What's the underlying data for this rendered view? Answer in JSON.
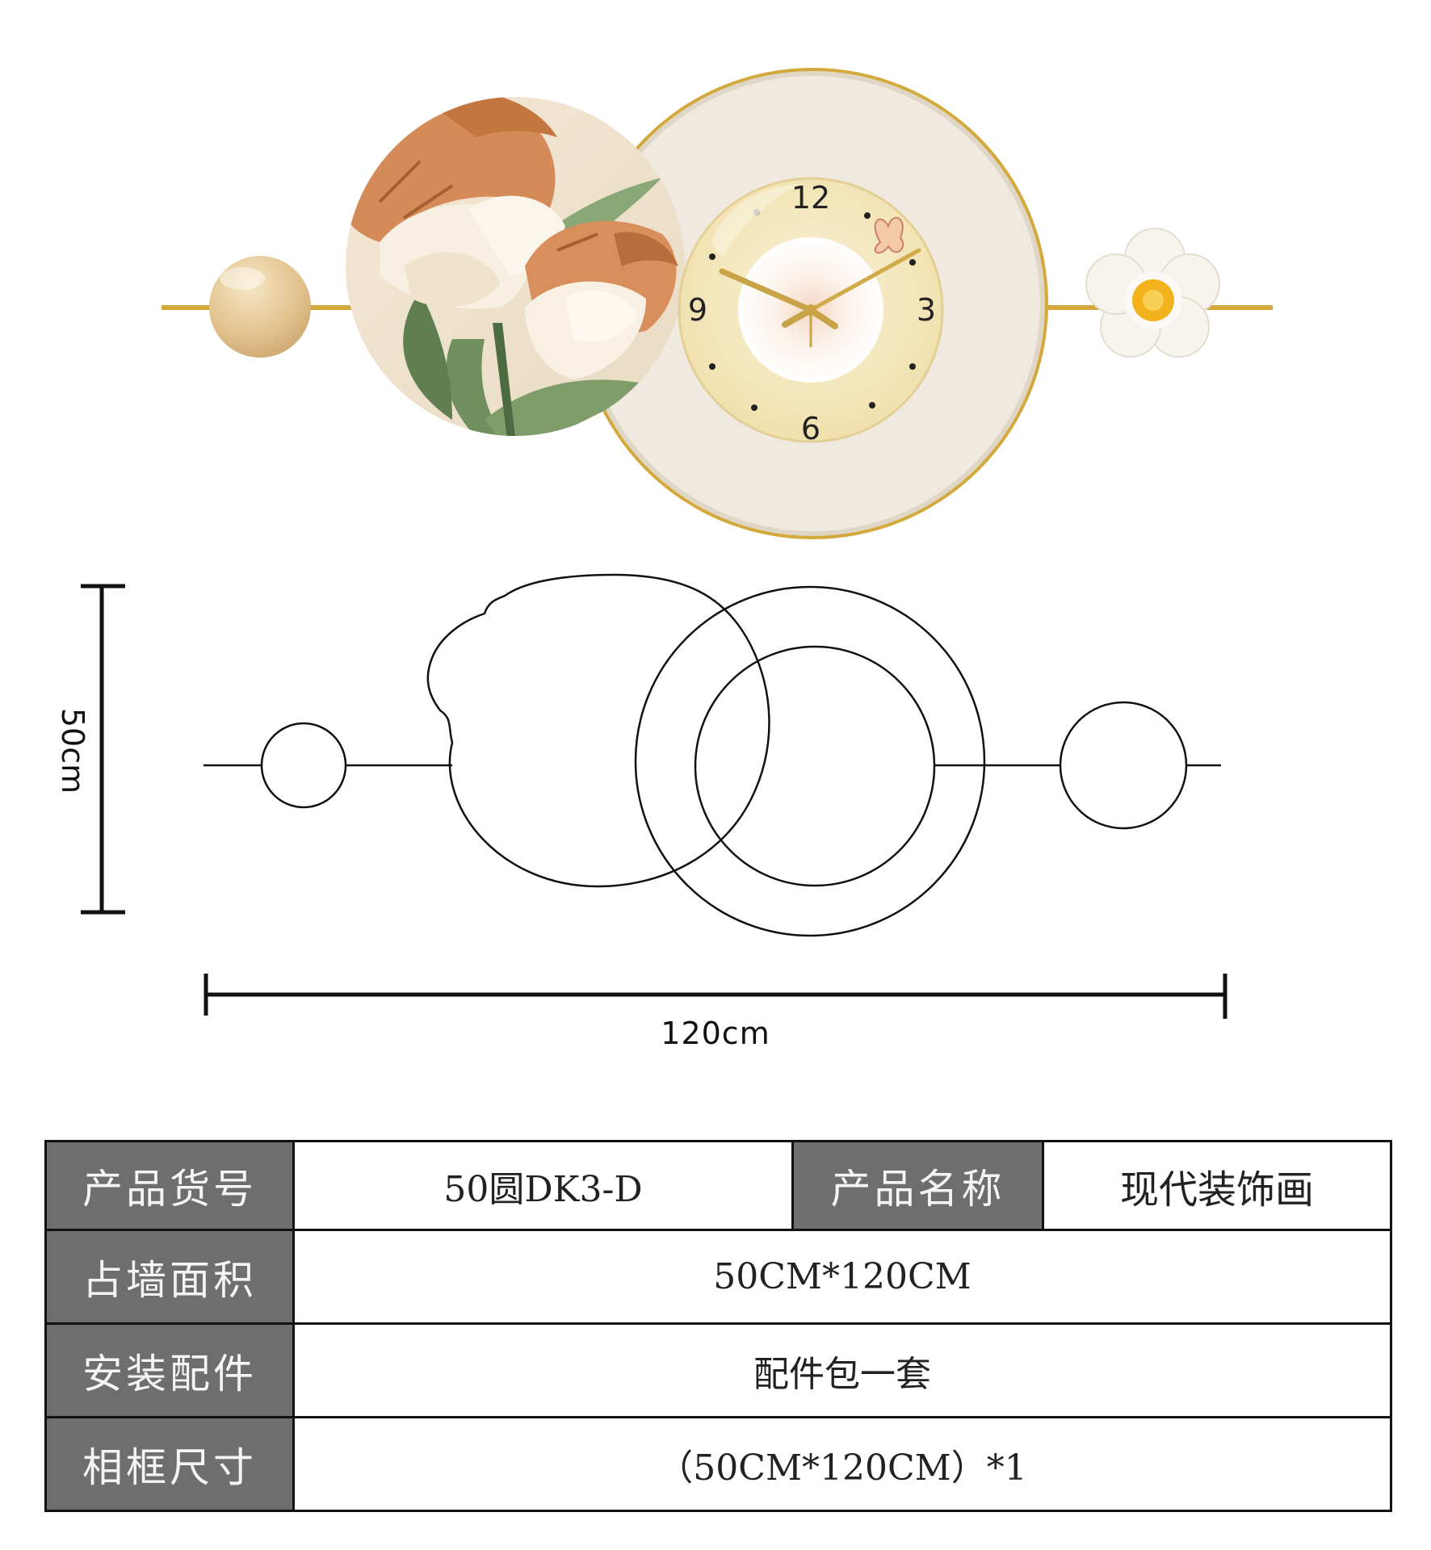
{
  "clock": {
    "numerals": [
      "12",
      "3",
      "6",
      "9"
    ]
  },
  "dimensions": {
    "width": "120cm",
    "height": "50cm"
  },
  "spec_table": {
    "rows": [
      {
        "label": "产品货号",
        "value": "50圆DK3-D",
        "label2": "产品名称",
        "value2": "现代装饰画"
      },
      {
        "label": "占墙面积",
        "value": "50CM*120CM"
      },
      {
        "label": "安装配件",
        "value": "配件包一套"
      },
      {
        "label": "相框尺寸",
        "value": "（50CM*120CM）*1"
      }
    ]
  },
  "colors": {
    "gold": "#d4a93c",
    "cream": "#f0e6cf",
    "panel": "#efe9df",
    "label_bg": "#6e6e6e"
  }
}
